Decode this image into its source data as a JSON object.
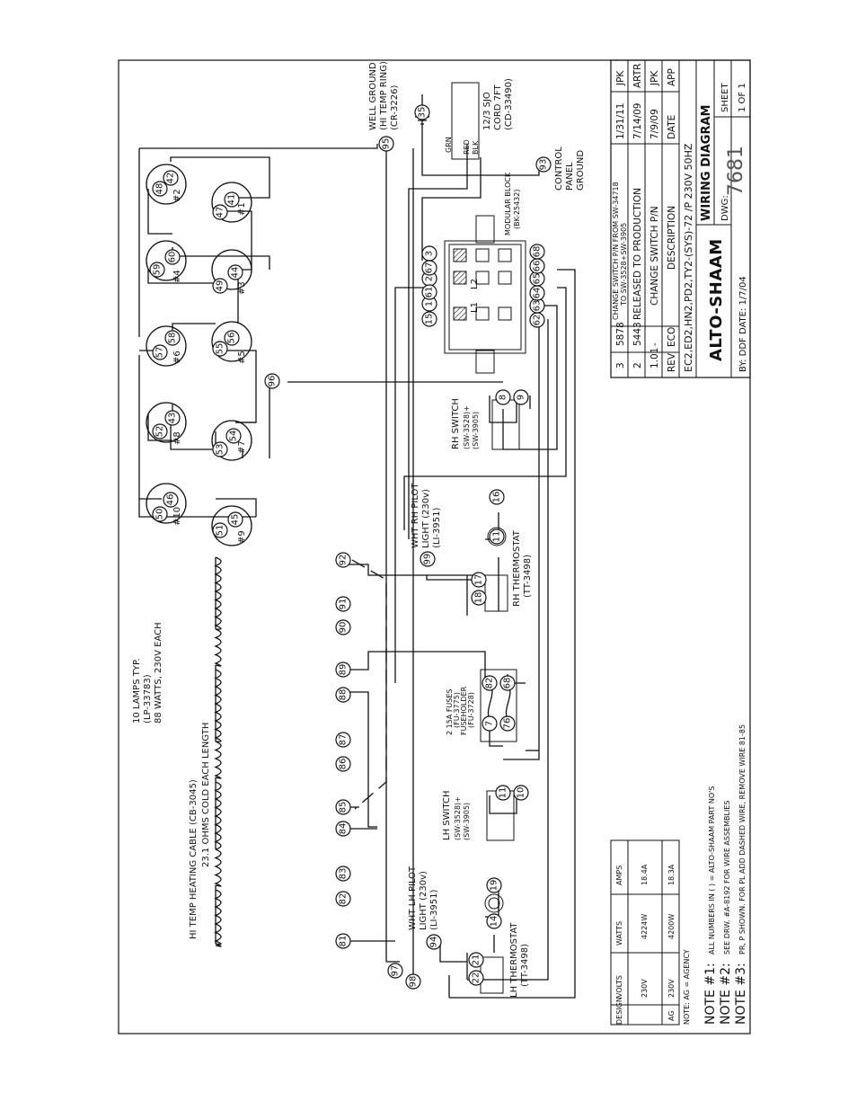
{
  "labels": {
    "lamps_1": "10 LAMPS TYP.",
    "lamps_2": "(LP-33783)",
    "lamps_3": "88 WATTS, 230V EACH",
    "cable_1": "HI TEMP HEATING CABLE (CB-3045)",
    "cable_2": "23.1 OHMS COLD EACH LENGTH",
    "well_ground_1": "WELL GROUND",
    "well_ground_2": "(HI TEMP RING)",
    "well_ground_3": "(CR-3226)",
    "cord_1": "12/3 SJO",
    "cord_2": "CORD 7FT",
    "cord_3": "(CD-33490)",
    "grn": "GRN",
    "red": "RED",
    "blk": "BLK",
    "modular_1": "MODULAR BLOCK",
    "modular_2": "(BK-25432)",
    "cp_ground_1": "CONTROL",
    "cp_ground_2": "PANEL",
    "cp_ground_3": "GROUND",
    "l1": "L1",
    "l2": "L2",
    "rh_switch_1": "RH SWITCH",
    "rh_switch_2": "(SW-3528)+",
    "rh_switch_3": "(SW-3905)",
    "rh_pilot_1": "WHT RH PILOT",
    "rh_pilot_2": "LIGHT (230v)",
    "rh_pilot_3": "(LI-3951)",
    "rh_thermo_1": "RH THERMOSTAT",
    "rh_thermo_2": "(TT-3498)",
    "fuses_1": "2 15A FUSES",
    "fuses_2": "(FU-3775)",
    "fuses_3": "FUSEHOLDER",
    "fuses_4": "(FU-3728)",
    "lh_switch_1": "LH SWITCH",
    "lh_switch_2": "(SW-3528)+",
    "lh_switch_3": "(SW-3905)",
    "lh_pilot_1": "WHT LH PILOT",
    "lh_pilot_2": "LIGHT (230v)",
    "lh_pilot_3": "(LI-3951)",
    "lh_thermo_1": "LH THERMOSTAT",
    "lh_thermo_2": "(TT-3498)"
  },
  "lamp_numbers": [
    "#1",
    "#2",
    "#3",
    "#4",
    "#5",
    "#6",
    "#7",
    "#8",
    "#9",
    "#10"
  ],
  "nodes": [
    "41",
    "42",
    "47",
    "48",
    "43",
    "44",
    "49",
    "59",
    "60",
    "55",
    "56",
    "57",
    "58",
    "53",
    "54",
    "52",
    "45",
    "46",
    "50",
    "51",
    "92",
    "91",
    "90",
    "89",
    "88",
    "87",
    "86",
    "85",
    "84",
    "83",
    "82",
    "81",
    "95",
    "35",
    "93",
    "96",
    "97",
    "98",
    "15",
    "1",
    "2",
    "3",
    "61",
    "62",
    "63",
    "64",
    "65",
    "66",
    "67",
    "68",
    "8",
    "9",
    "99",
    "16",
    "11",
    "17",
    "18",
    "82b",
    "68b",
    "7",
    "76",
    "11s",
    "10",
    "94",
    "14",
    "19",
    "21",
    "22"
  ],
  "node_labels": {
    "15": "15",
    "1": "1",
    "2": "2",
    "3": "3",
    "61": "61",
    "62": "62",
    "63": "63",
    "64": "64",
    "65": "65",
    "66": "66",
    "67": "67",
    "68": "68",
    "82b": "82",
    "68b": "68",
    "7": "7",
    "76": "76",
    "11s": "11",
    "11th": "11"
  },
  "notes_table": {
    "header": [
      "DESIGN",
      "VOLTS",
      "WATTS",
      "AMPS"
    ],
    "rows": [
      [
        "",
        "230V",
        "4224W",
        "18.4A"
      ],
      [
        "AG",
        "230V",
        "4200W",
        "18.3A"
      ]
    ],
    "footnote": "NOTE: AG = AGENCY"
  },
  "notes": [
    {
      "tag": "NOTE #1:",
      "text": "ALL NUMBERS IN ( ) = ALTO-SHAAM PART NO'S"
    },
    {
      "tag": "NOTE #2:",
      "text": "SEE DRW. #A-8192 FOR WIRE ASSEMBLIES"
    },
    {
      "tag": "NOTE #3:",
      "text": "PR, P SHOWN.  FOR PL ADD DASHED WIRE, REMOVE WIRE 81-85"
    }
  ],
  "revisions": [
    {
      "rev": "3",
      "eco": "5878",
      "desc_1": "CHANGE SWITCH P/N FROM SW-34718",
      "desc_2": "TO SW-3528+SW-3905",
      "date": "1/31/11",
      "app": "JPK"
    },
    {
      "rev": "2",
      "eco": "5443",
      "desc_1": "RELEASED TO PRODUCTION",
      "desc_2": "",
      "date": "7/14/09",
      "app": "ARTR"
    },
    {
      "rev": "1.01",
      "eco": "-",
      "desc_1": "CHANGE SWITCH P/N",
      "desc_2": "",
      "date": "7/9/09",
      "app": "JPK"
    }
  ],
  "rev_header": {
    "rev": "REV",
    "eco": "ECO",
    "desc": "DESCRIPTION",
    "date": "DATE",
    "app": "APP"
  },
  "title_block": {
    "models": "EC2,ED2,HN2,PD2,TY2-(SYS)-72 /P 230V 50HZ",
    "brand": "ALTO-SHAAM",
    "title": "WIRING DIAGRAM",
    "dwg_label": "DWG:",
    "dwg_number": "7681",
    "sheet_label": "SHEET",
    "sheet_value": "1 OF 1",
    "by": "BY: DDF  DATE: 1/7/04"
  }
}
